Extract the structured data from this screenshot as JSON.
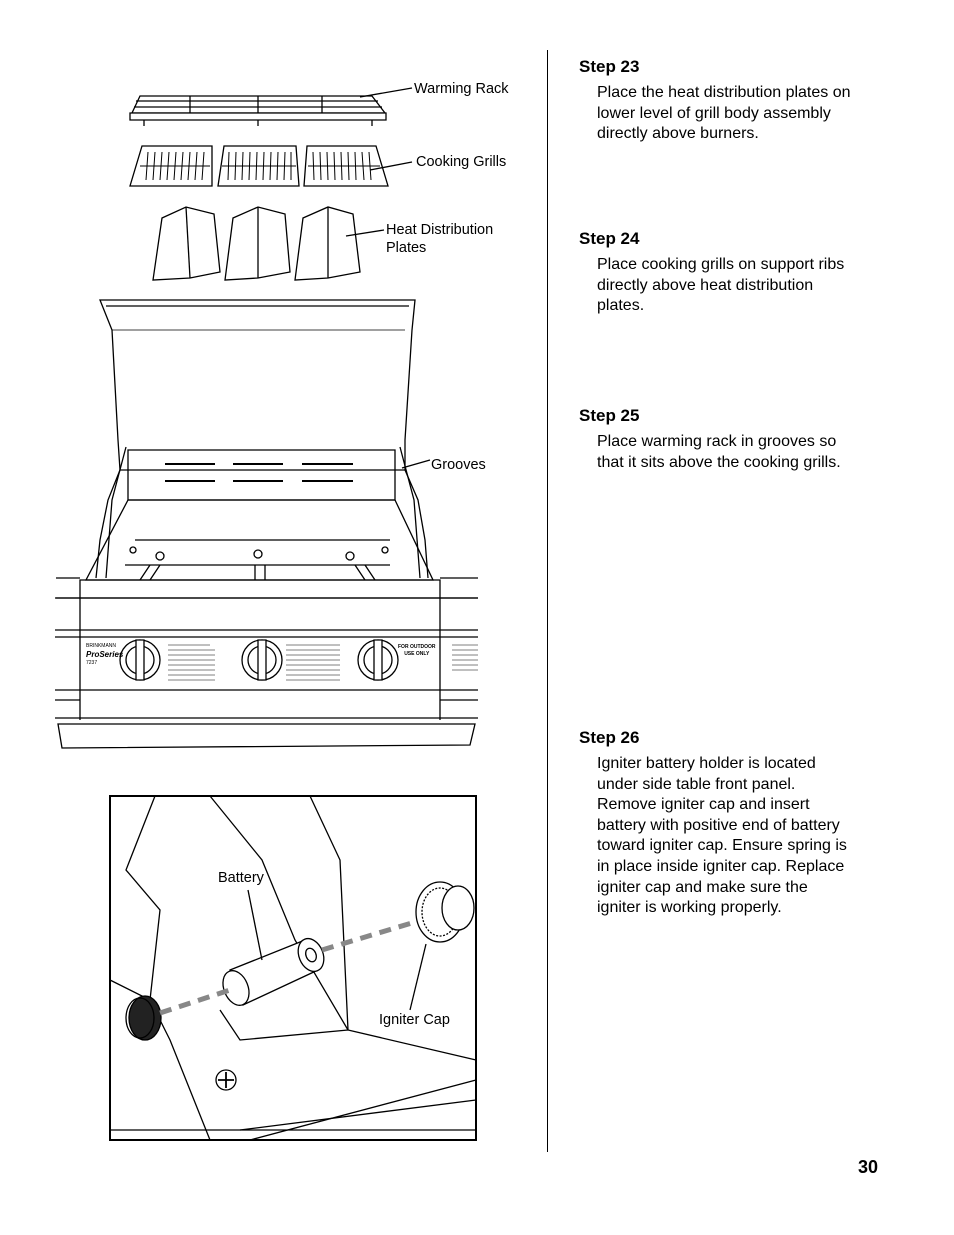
{
  "labels": {
    "warming_rack": "Warming Rack",
    "cooking_grills": "Cooking Grills",
    "heat_plates": "Heat Distribution\nPlates",
    "grooves": "Grooves",
    "battery": "Battery",
    "igniter_cap": "Igniter Cap"
  },
  "grill_panel": {
    "brand": "BRINKMANN",
    "series": "ProSeries",
    "model": "7237",
    "outdoor_notice": "FOR OUTDOOR\nUSE ONLY"
  },
  "steps": [
    {
      "title": "Step 23",
      "text": "Place the heat distribution plates on lower level of grill body assembly directly above burners."
    },
    {
      "title": "Step 24",
      "text": "Place cooking grills on support ribs directly above heat distribution plates."
    },
    {
      "title": "Step 25",
      "text": "Place warming rack in grooves so that it sits above the cooking grills."
    },
    {
      "title": "Step 26",
      "text": "Igniter battery holder is located under side table front panel. Remove igniter cap and insert battery with positive end of battery toward igniter cap. Ensure spring is in place inside igniter cap. Replace igniter cap and make sure the igniter is working properly."
    }
  ],
  "page_number": "30"
}
